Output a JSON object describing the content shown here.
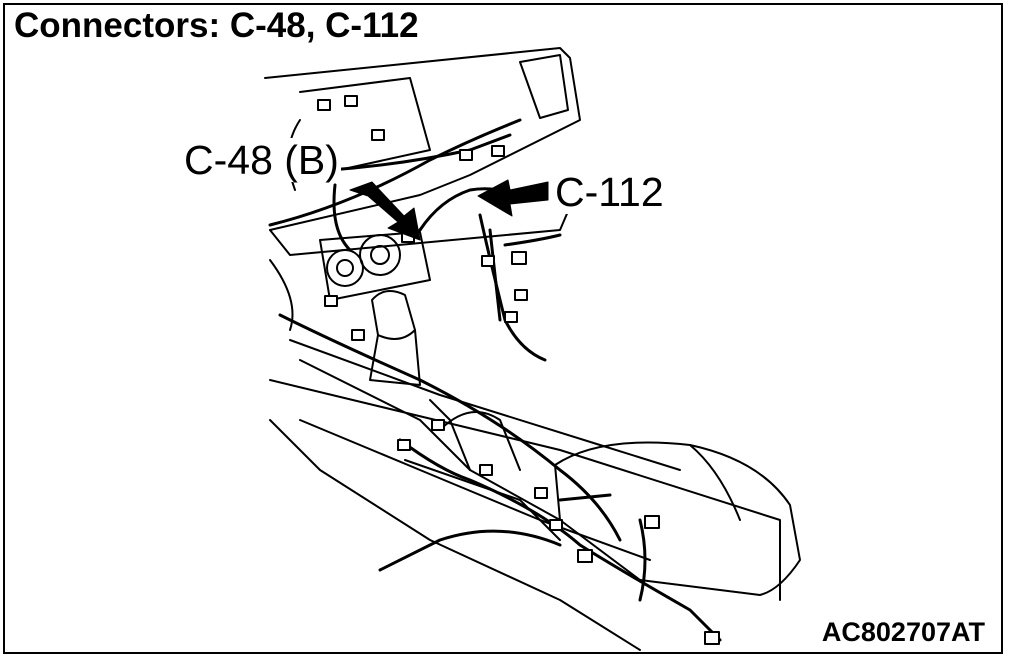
{
  "title": "Connectors: C-48, C-112",
  "callouts": {
    "c48": "C-48 (B)",
    "c112": "C-112"
  },
  "figure_id": "AC802707AT",
  "colors": {
    "ink": "#000000",
    "paper": "#ffffff"
  }
}
